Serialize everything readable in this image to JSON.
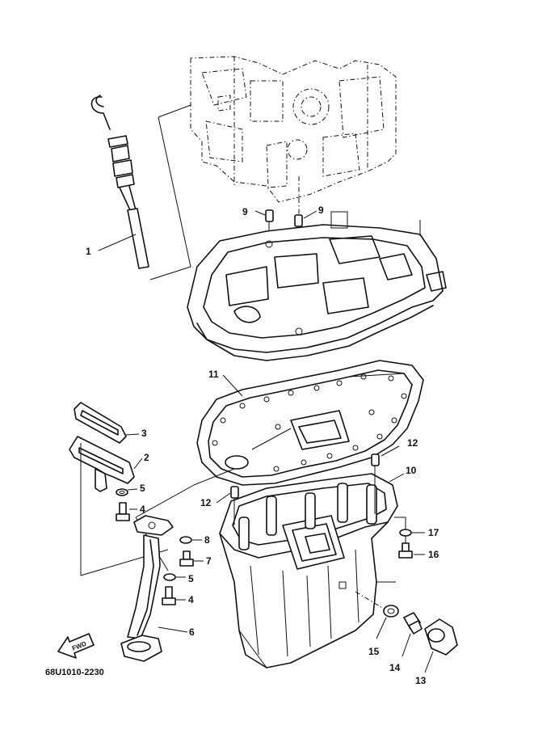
{
  "diagram_code": "68U1010-2230",
  "fwd_label": "FWD",
  "callouts": [
    {
      "id": "c1",
      "text": "1"
    },
    {
      "id": "c2",
      "text": "2"
    },
    {
      "id": "c3",
      "text": "3"
    },
    {
      "id": "c4a",
      "text": "4"
    },
    {
      "id": "c4b",
      "text": "4"
    },
    {
      "id": "c5a",
      "text": "5"
    },
    {
      "id": "c5b",
      "text": "5"
    },
    {
      "id": "c6",
      "text": "6"
    },
    {
      "id": "c7",
      "text": "7"
    },
    {
      "id": "c8",
      "text": "8"
    },
    {
      "id": "c9a",
      "text": "9"
    },
    {
      "id": "c9b",
      "text": "9"
    },
    {
      "id": "c10",
      "text": "10"
    },
    {
      "id": "c11",
      "text": "11"
    },
    {
      "id": "c12a",
      "text": "12"
    },
    {
      "id": "c12b",
      "text": "12"
    },
    {
      "id": "c13",
      "text": "13"
    },
    {
      "id": "c14",
      "text": "14"
    },
    {
      "id": "c15",
      "text": "15"
    },
    {
      "id": "c16",
      "text": "16"
    },
    {
      "id": "c17",
      "text": "17"
    }
  ]
}
